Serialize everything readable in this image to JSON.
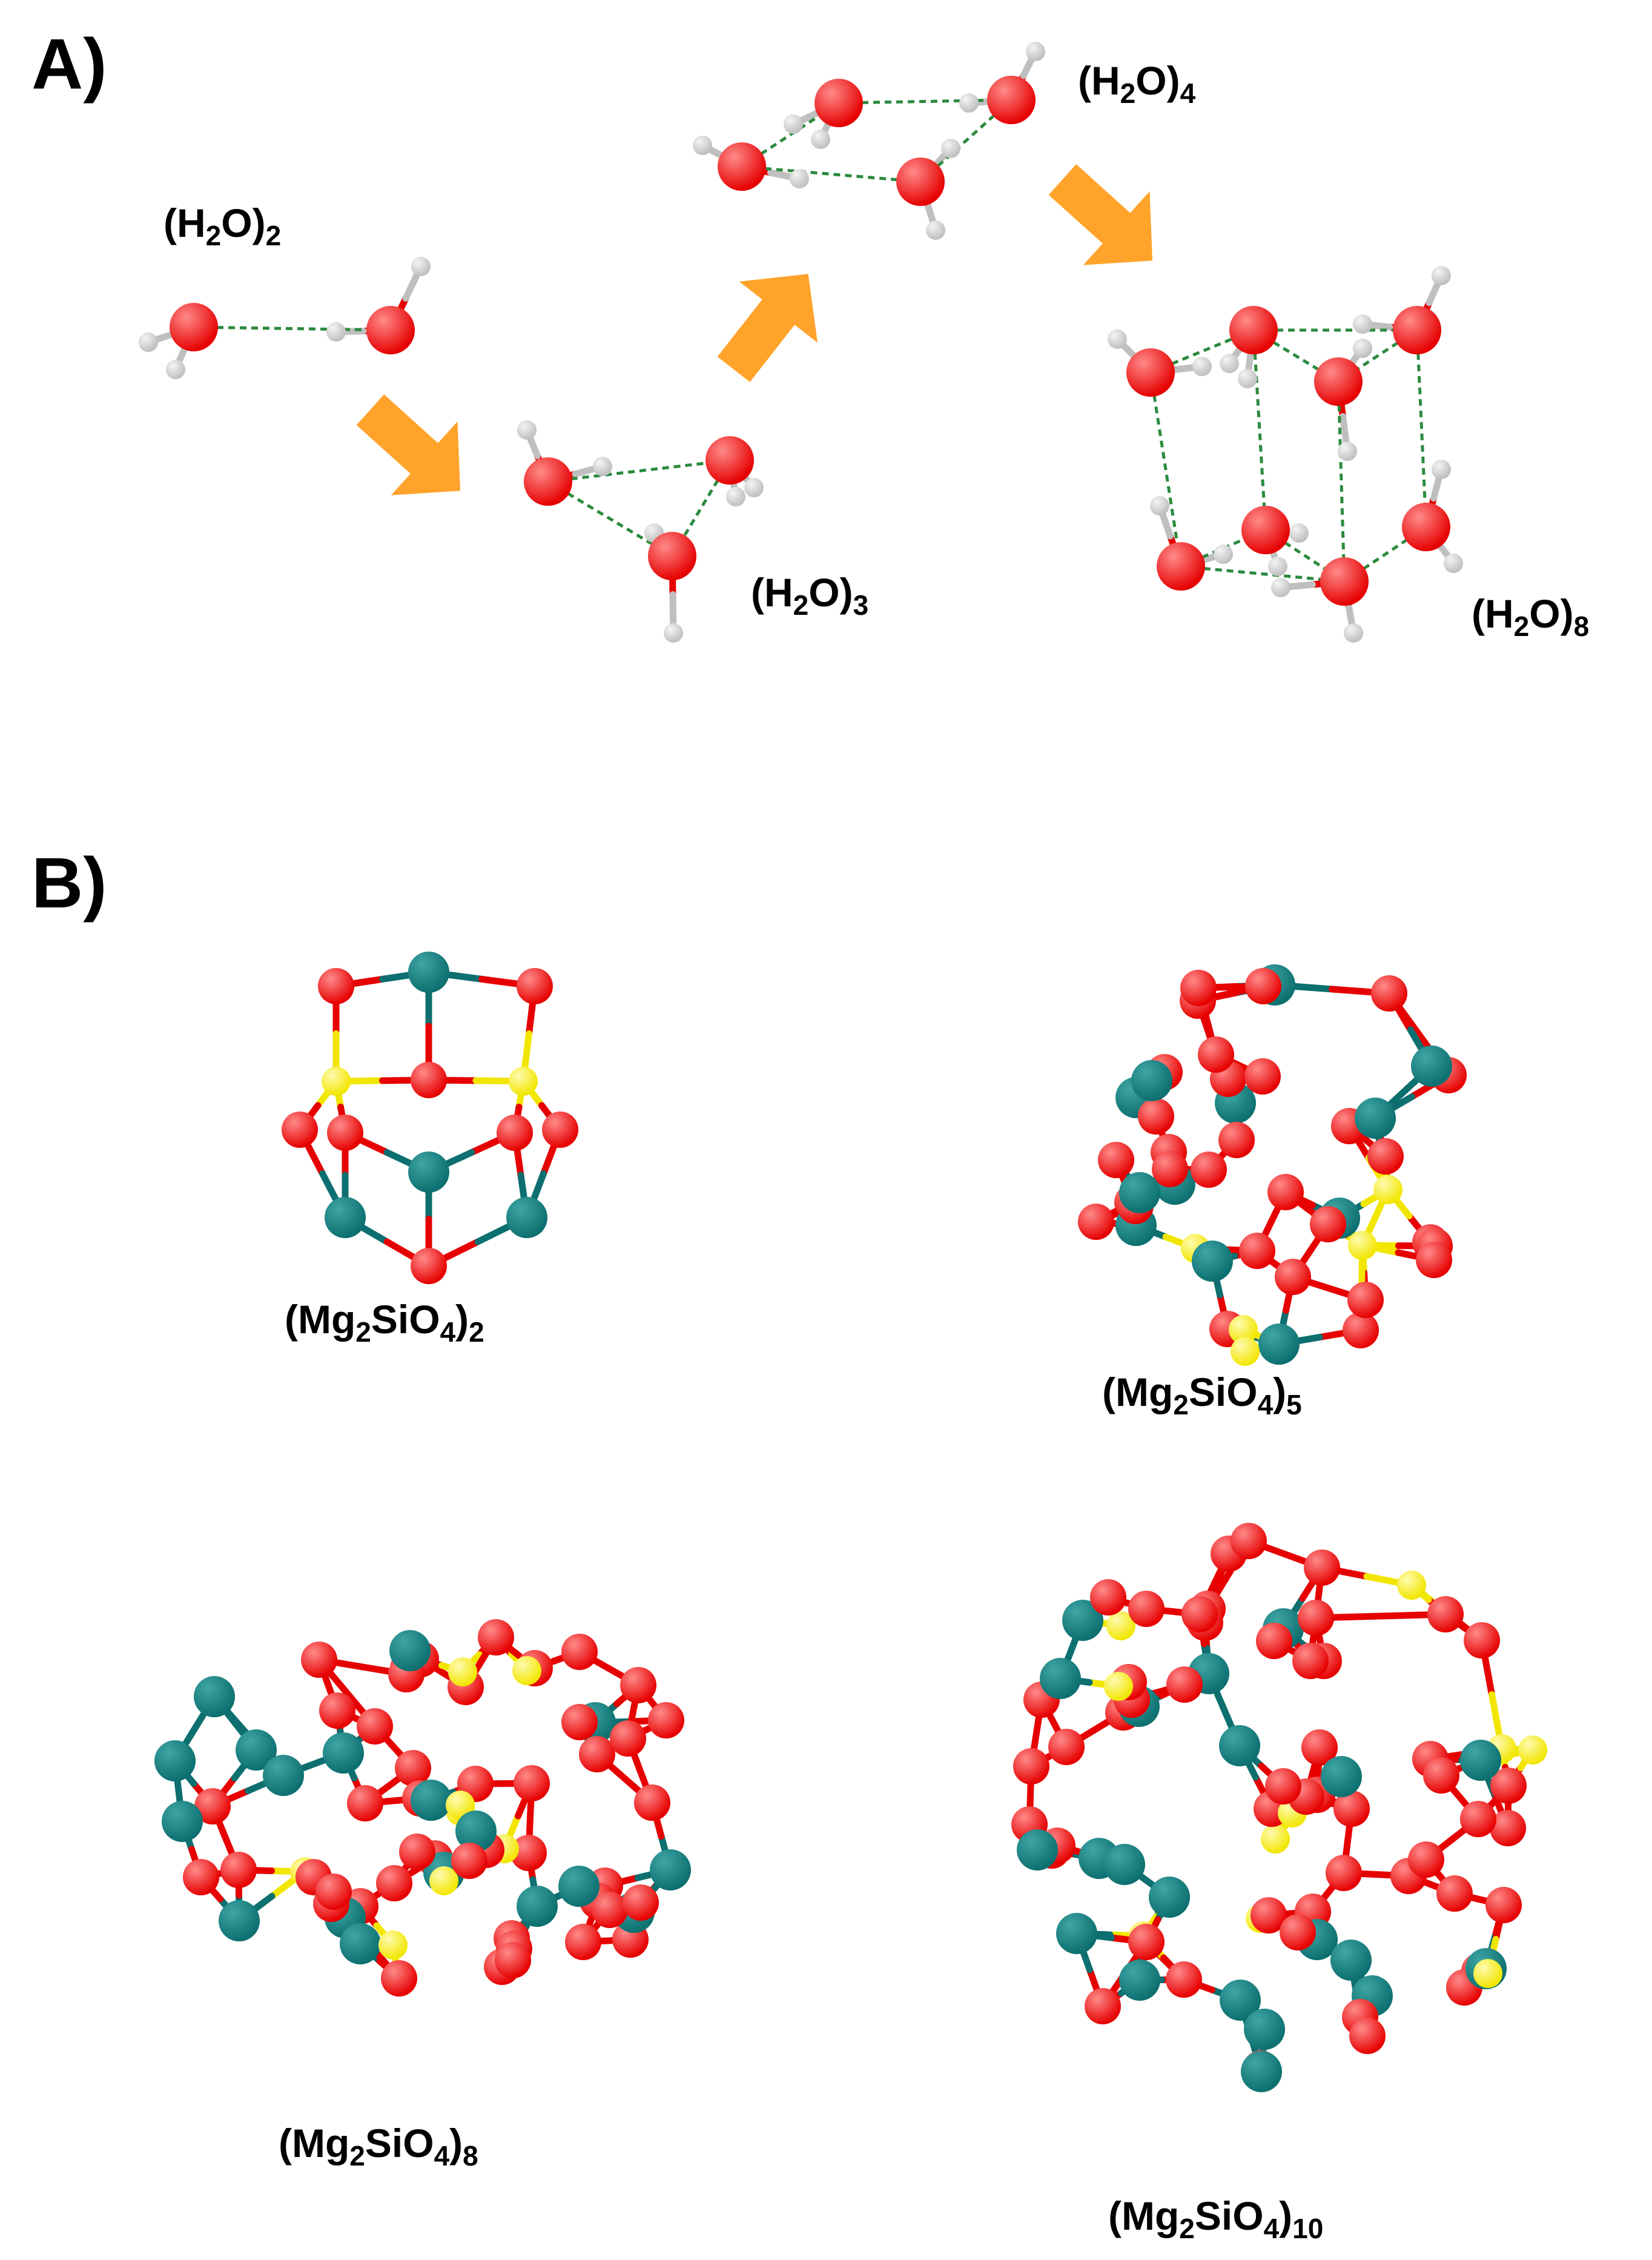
{
  "panels": {
    "a": "A)",
    "b": "B)"
  },
  "colors": {
    "oxygen": "#e60000",
    "hydrogen": "#bfbfbf",
    "magnesium": "#0d6f6f",
    "silicon": "#f2e600",
    "hbond": "#2b8a3e",
    "arrow": "#ffa32a"
  },
  "water": {
    "w2": {
      "pre": "(H",
      "s1": "2",
      "mid": "O)",
      "s2": "2"
    },
    "w3": {
      "pre": "(H",
      "s1": "2",
      "mid": "O)",
      "s2": "3"
    },
    "w4": {
      "pre": "(H",
      "s1": "2",
      "mid": "O)",
      "s2": "4"
    },
    "w8": {
      "pre": "(H",
      "s1": "2",
      "mid": "O)",
      "s2": "8"
    }
  },
  "forsterite": {
    "m2": {
      "pre": "(Mg",
      "s1": "2",
      "mid": "SiO",
      "s2": "4",
      "post": ")",
      "s3": "2"
    },
    "m5": {
      "pre": "(Mg",
      "s1": "2",
      "mid": "SiO",
      "s2": "4",
      "post": ")",
      "s3": "5"
    },
    "m8": {
      "pre": "(Mg",
      "s1": "2",
      "mid": "SiO",
      "s2": "4",
      "post": ")",
      "s3": "8"
    },
    "m10": {
      "pre": "(Mg",
      "s1": "2",
      "mid": "SiO",
      "s2": "4",
      "post": ")",
      "s3": "10"
    }
  }
}
